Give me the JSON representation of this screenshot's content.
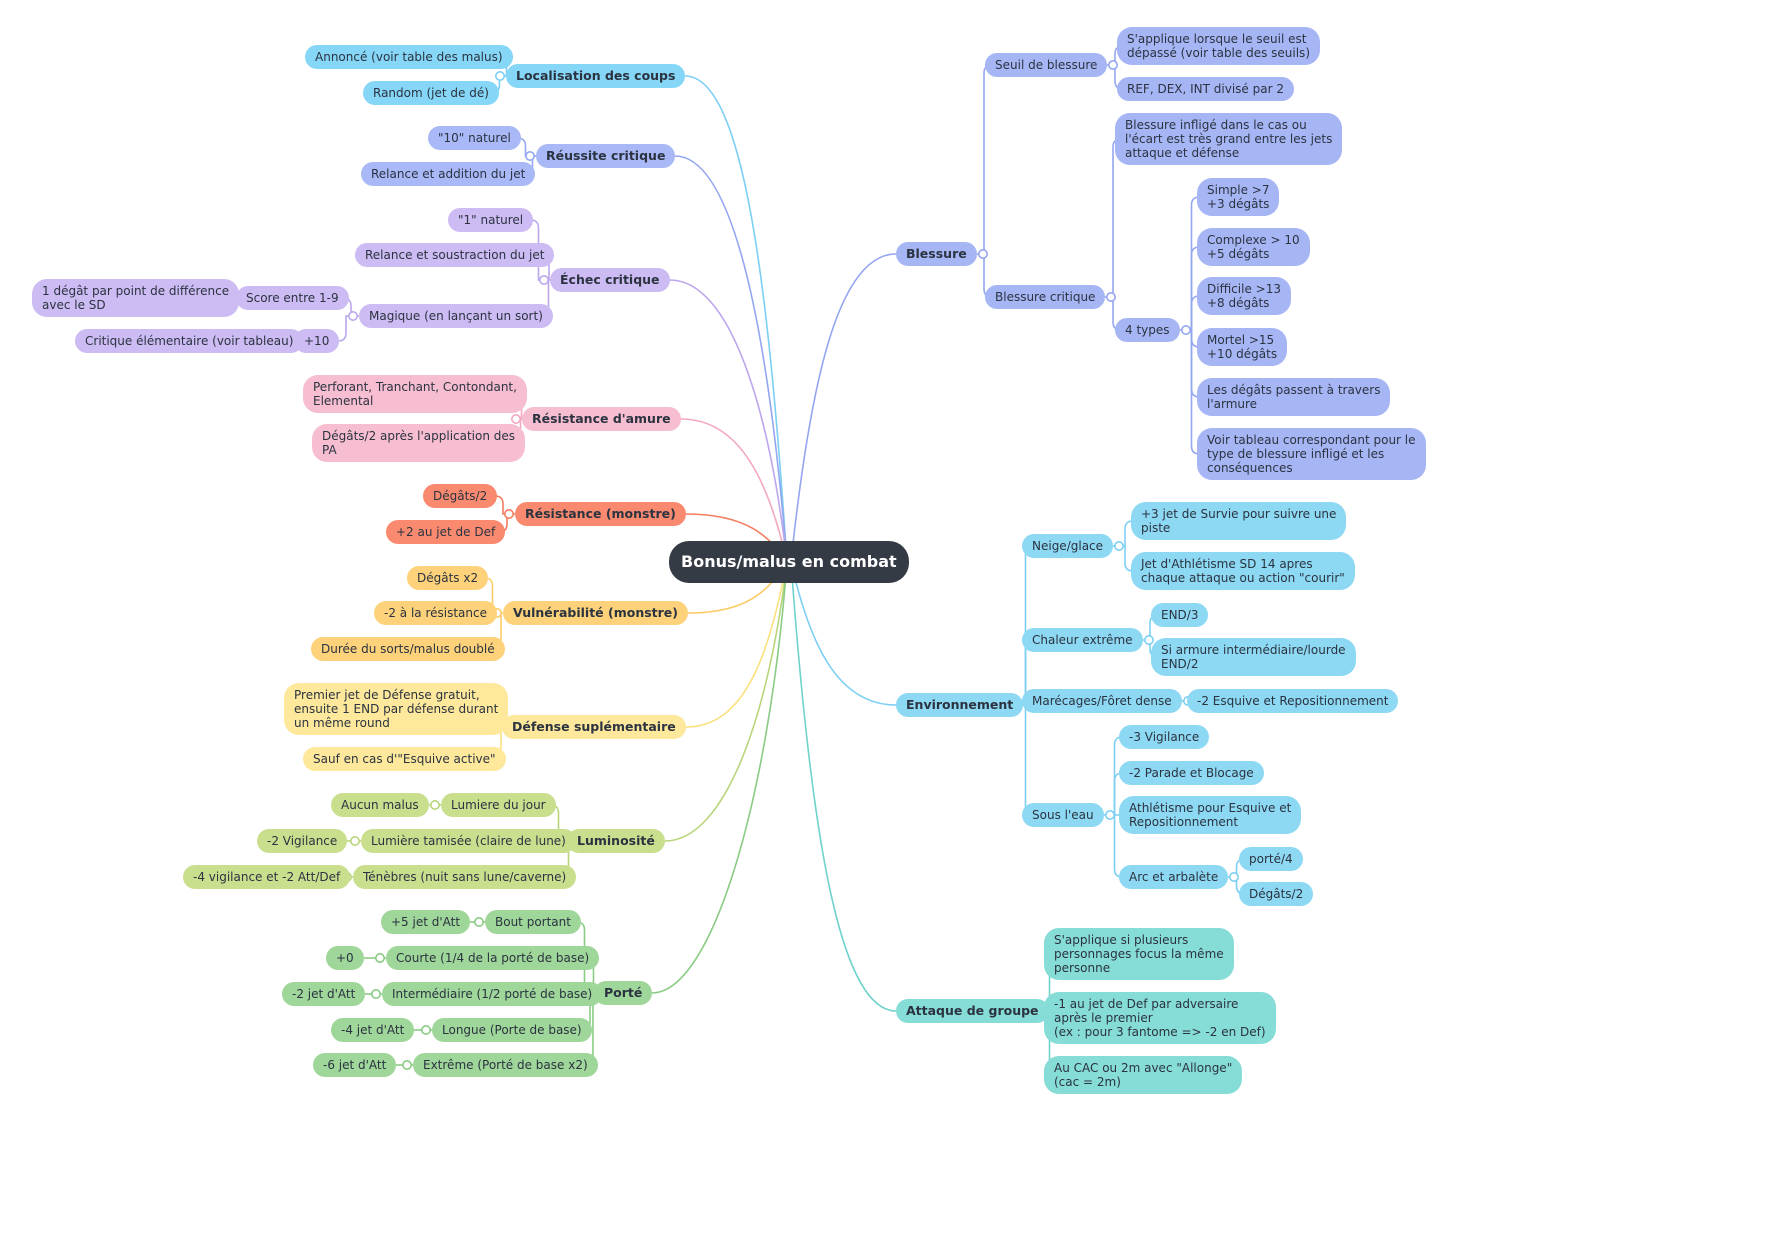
{
  "root": {
    "label": "Bonus/malus en combat"
  },
  "branches": [
    {
      "id": "localisation",
      "label": "Localisation des coups",
      "color": "#85d6f7",
      "line": "#7ccff3",
      "children": [
        {
          "label": "Annoncé (voir table des malus)"
        },
        {
          "label": "Random (jet de dé)"
        }
      ]
    },
    {
      "id": "reussite",
      "label": "Réussite critique",
      "color": "#a9b8f6",
      "line": "#94a6f0",
      "children": [
        {
          "label": "\"10\" naturel"
        },
        {
          "label": "Relance et addition du jet"
        }
      ]
    },
    {
      "id": "echec",
      "label": "Échec critique",
      "color": "#cdbcf3",
      "line": "#bca7ec",
      "children": [
        {
          "label": "\"1\" naturel"
        },
        {
          "label": "Relance et soustraction du jet"
        },
        {
          "label": "Magique (en lançant un sort)",
          "children": [
            {
              "label": "Score entre 1-9",
              "children": [
                {
                  "label": "1 dégât par point de différence\navec le SD"
                }
              ]
            },
            {
              "label": "+10",
              "children": [
                {
                  "label": "Critique élémentaire (voir tableau)"
                }
              ]
            }
          ]
        }
      ]
    },
    {
      "id": "resistance-amure",
      "label": "Résistance d'amure",
      "color": "#f7bdd0",
      "line": "#f2a9c0",
      "children": [
        {
          "label": "Perforant, Tranchant, Contondant,\nElemental"
        },
        {
          "label": "Dégâts/2 après l'application des\nPA"
        }
      ]
    },
    {
      "id": "resistance-monstre",
      "label": "Résistance (monstre)",
      "color": "#f98a6f",
      "line": "#f47c5f",
      "children": [
        {
          "label": "Dégâts/2"
        },
        {
          "label": "+2 au jet de Def"
        }
      ]
    },
    {
      "id": "vulnerabilite",
      "label": "Vulnérabilité (monstre)",
      "color": "#fdd27a",
      "line": "#fbcb67",
      "children": [
        {
          "label": "Dégâts x2"
        },
        {
          "label": "-2 à la résistance"
        },
        {
          "label": "Durée du sorts/malus doublé"
        }
      ]
    },
    {
      "id": "defense",
      "label": "Défense suplémentaire",
      "color": "#fde89b",
      "line": "#fbe07f",
      "children": [
        {
          "label": "Premier jet de Défense gratuit,\nensuite 1 END par défense durant\nun même round"
        },
        {
          "label": "Sauf en cas d'\"Esquive active\""
        }
      ]
    },
    {
      "id": "luminosite",
      "label": "Luminosité",
      "color": "#c9df8e",
      "line": "#b9d57a",
      "children": [
        {
          "label": "Lumiere du jour",
          "children": [
            {
              "label": "Aucun malus"
            }
          ]
        },
        {
          "label": "Lumière tamisée (claire de lune)",
          "children": [
            {
              "label": "-2 Vigilance"
            }
          ]
        },
        {
          "label": "Ténèbres (nuit sans lune/caverne)",
          "children": [
            {
              "label": "-4 vigilance et -2 Att/Def"
            }
          ]
        }
      ]
    },
    {
      "id": "porte",
      "label": "Porté",
      "color": "#9fd69a",
      "line": "#8acb84",
      "children": [
        {
          "label": "Bout portant",
          "children": [
            {
              "label": "+5 jet d'Att"
            }
          ]
        },
        {
          "label": "Courte (1/4 de la porté de base)",
          "children": [
            {
              "label": "+0"
            }
          ]
        },
        {
          "label": "Intermédiaire (1/2 porté de base)",
          "children": [
            {
              "label": "-2 jet d'Att"
            }
          ]
        },
        {
          "label": "Longue (Porte de base)",
          "children": [
            {
              "label": "-4 jet d'Att"
            }
          ]
        },
        {
          "label": "Extrême (Porté de base x2)",
          "children": [
            {
              "label": "-6 jet d'Att"
            }
          ]
        }
      ]
    },
    {
      "id": "blessure",
      "label": "Blessure",
      "color": "#a6b6f5",
      "line": "#94a6f0",
      "children": [
        {
          "label": "Seuil de blessure",
          "children": [
            {
              "label": "S'applique lorsque le seuil est\ndépassé (voir table des seuils)"
            },
            {
              "label": "REF, DEX, INT divisé par 2"
            }
          ]
        },
        {
          "label": "Blessure critique",
          "children": [
            {
              "label": "Blessure infligé dans le cas ou\nl'écart est très grand entre les jets\nattaque et défense"
            },
            {
              "label": "4 types",
              "children": [
                {
                  "label": "Simple >7\n+3 dégâts"
                },
                {
                  "label": "Complexe > 10\n+5 dégâts"
                },
                {
                  "label": "Difficile >13\n+8 dégâts"
                },
                {
                  "label": "Mortel >15\n+10 dégâts"
                },
                {
                  "label": "Les dégâts passent à travers\nl'armure"
                },
                {
                  "label": "Voir tableau correspondant pour le\ntype de blessure infligé et les\nconséquences"
                }
              ]
            }
          ]
        }
      ]
    },
    {
      "id": "environnement",
      "label": "Environnement",
      "color": "#8dd8f3",
      "line": "#7ccff3",
      "children": [
        {
          "label": "Neige/glace",
          "children": [
            {
              "label": "+3 jet de Survie pour suivre une\npiste"
            },
            {
              "label": "Jet d'Athlétisme SD 14 apres\nchaque attaque ou action \"courir\""
            }
          ]
        },
        {
          "label": "Chaleur extrême",
          "children": [
            {
              "label": "END/3"
            },
            {
              "label": "Si armure intermédiaire/lourde\nEND/2"
            }
          ]
        },
        {
          "label": "Marécages/Fôret dense",
          "children": [
            {
              "label": "-2 Esquive et Repositionnement"
            }
          ]
        },
        {
          "label": "Sous l'eau",
          "children": [
            {
              "label": "-3 Vigilance"
            },
            {
              "label": "-2 Parade et Blocage"
            },
            {
              "label": "Athlétisme pour Esquive et\nRepositionnement"
            },
            {
              "label": "Arc et arbalète",
              "children": [
                {
                  "label": "porté/4"
                },
                {
                  "label": "Dégâts/2"
                }
              ]
            }
          ]
        }
      ]
    },
    {
      "id": "attaque-groupe",
      "label": "Attaque de groupe",
      "color": "#86dcd6",
      "line": "#6fd2cb",
      "children": [
        {
          "label": "S'applique si plusieurs\npersonnages focus la même\npersonne"
        },
        {
          "label": "-1 au jet de Def par adversaire\naprès le premier\n(ex : pour 3 fantome => -2 en Def)"
        },
        {
          "label": "Au CAC ou 2m avec \"Allonge\"\n(cac = 2m)"
        }
      ]
    }
  ]
}
